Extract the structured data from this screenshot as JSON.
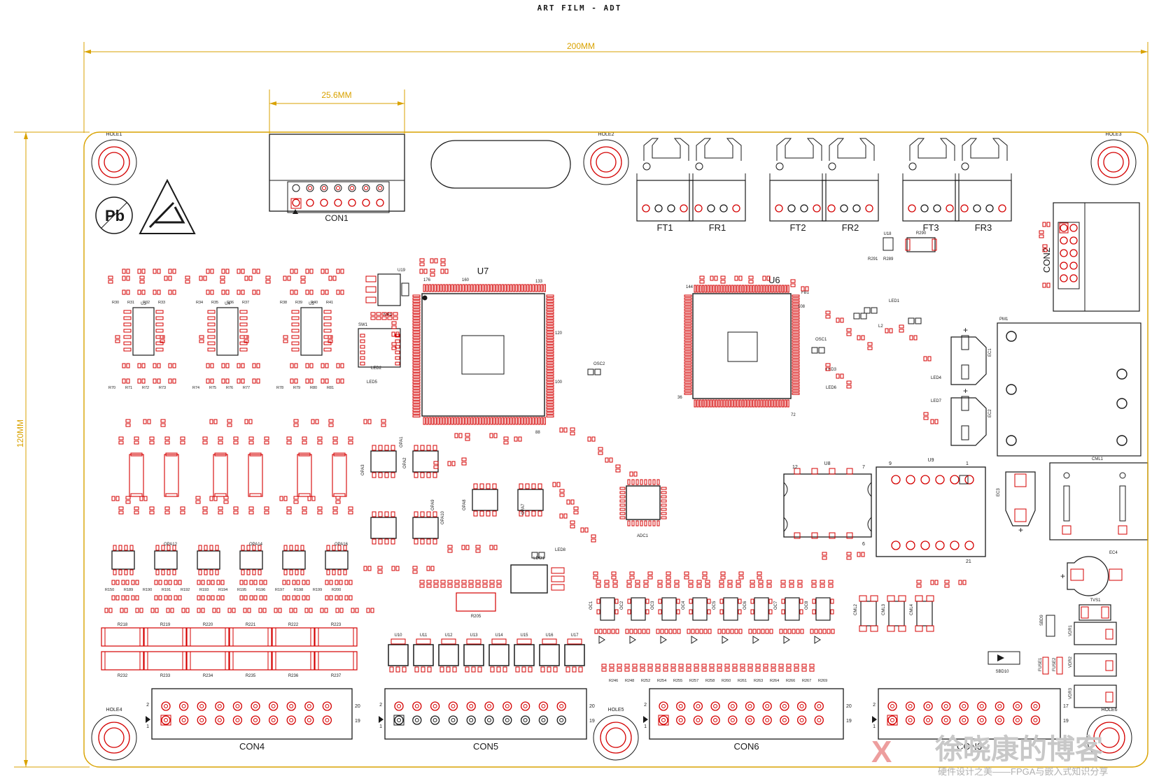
{
  "title": "ART FILM - ADT",
  "dimensions": {
    "width": "200MM",
    "height": "120MM",
    "connector_width": "25.6MM"
  },
  "holes": [
    "HOLE1",
    "HOLE2",
    "HOLE3",
    "HOLE4",
    "HOLE5",
    "HOLE6"
  ],
  "connectors": {
    "con1": "CON1",
    "con2": "CON2",
    "con3": "CON3",
    "con4": "CON4",
    "con5": "CON5",
    "con6": "CON6",
    "pin_low": "2",
    "pin_high": "20",
    "pin_row2_low": "1",
    "pin_row2_high": "19",
    "con3_pin_high": "17"
  },
  "jacks": [
    "FT1",
    "FR1",
    "FT2",
    "FR2",
    "FT3",
    "FR3"
  ],
  "ics": {
    "u7": "U7",
    "u6": "U6",
    "u8": "U8",
    "u9": "U9",
    "u18": "U18",
    "u19": "U19",
    "ldo1": "LDO1",
    "pm1": "PM1",
    "cml1": "CML1",
    "adc1": "ADC1",
    "osc1": "OSC1",
    "osc2": "OSC2",
    "u7_pin_176": "176",
    "u7_pin_160": "160",
    "u7_pin_133": "133",
    "u7_pin_120": "120",
    "u7_pin_100": "100",
    "u7_pin_88": "88",
    "u6_pin_144": "144",
    "u6_pin_108": "108",
    "u6_pin_36": "36",
    "u6_pin_72": "72",
    "u8_pin_12": "12",
    "u8_pin_7": "7",
    "u8_pin_6": "6",
    "u9_pin_9": "9",
    "u9_pin_1": "1",
    "u9_pin_21": "21"
  },
  "chips_row": [
    "U10",
    "U11",
    "U12",
    "U13",
    "U14",
    "U15",
    "U16",
    "U17"
  ],
  "quad_chips": [
    "U3",
    "U4",
    "U5"
  ],
  "optos": [
    "OC1",
    "OC2",
    "OC3",
    "OC4",
    "OC5",
    "OC6",
    "OC7",
    "OC8"
  ],
  "chokes": [
    "CML2",
    "CML3",
    "CML4"
  ],
  "opamps": [
    "OPA12",
    "OPA14",
    "OPA16",
    "OPA1",
    "OPA2",
    "OPA3",
    "OPA7",
    "OPA8",
    "OPA9",
    "OPA10"
  ],
  "misc": {
    "ec1": "EC1",
    "ec2": "EC2",
    "ec3": "EC3",
    "ec4": "EC4",
    "tvs1": "TVS1",
    "sbd9": "SBD9",
    "sbd10": "SBD10",
    "vdr1": "VDR1",
    "vdr2": "VDR2",
    "vdr3": "VDR3",
    "fuse1": "FUSE1",
    "fuse2": "FUSE2",
    "sw1": "SW1",
    "nr1": "NR1",
    "led1": "LED1",
    "led2": "LED2",
    "led3": "LED3",
    "led4": "LED4",
    "led5": "LED5",
    "led6": "LED6",
    "led7": "LED7",
    "led8": "LED8",
    "fb1": "FB1",
    "l2": "L2",
    "r205": "R205",
    "r290": "R290",
    "r291": "R291",
    "r289": "R289"
  },
  "resistor_labels": [
    "R218",
    "R219",
    "R220",
    "R221",
    "R222",
    "R223"
  ],
  "resistor_labels_2": [
    "R232",
    "R233",
    "R234",
    "R235",
    "R236",
    "R237"
  ],
  "small_labels": {
    "top_left": [
      "R30",
      "R31",
      "R32",
      "R33",
      "R34",
      "R35",
      "R36",
      "R37",
      "R38",
      "R39",
      "R40",
      "R41"
    ],
    "row_r": [
      "R70",
      "R71",
      "R72",
      "R73",
      "R74",
      "R75",
      "R76",
      "R77",
      "R78",
      "R79",
      "R80",
      "R81"
    ],
    "row_mid": [
      "R150",
      "R189",
      "R190",
      "R191",
      "R192",
      "R193",
      "R194",
      "R195",
      "R196",
      "R197",
      "R198",
      "R199",
      "R200"
    ],
    "row_bottom": [
      "R246",
      "R248",
      "R252",
      "R254",
      "R255",
      "R257",
      "R258",
      "R260",
      "R261",
      "R263",
      "R264",
      "R266",
      "R267",
      "R269"
    ]
  },
  "watermark": {
    "main": "徐晓康的博客",
    "sub": "硬件设计之美——FPGA与嵌入式知识分享"
  },
  "colors": {
    "outline": "#1a1a1a",
    "copper": "#d40000",
    "dimension": "#d9a200"
  }
}
